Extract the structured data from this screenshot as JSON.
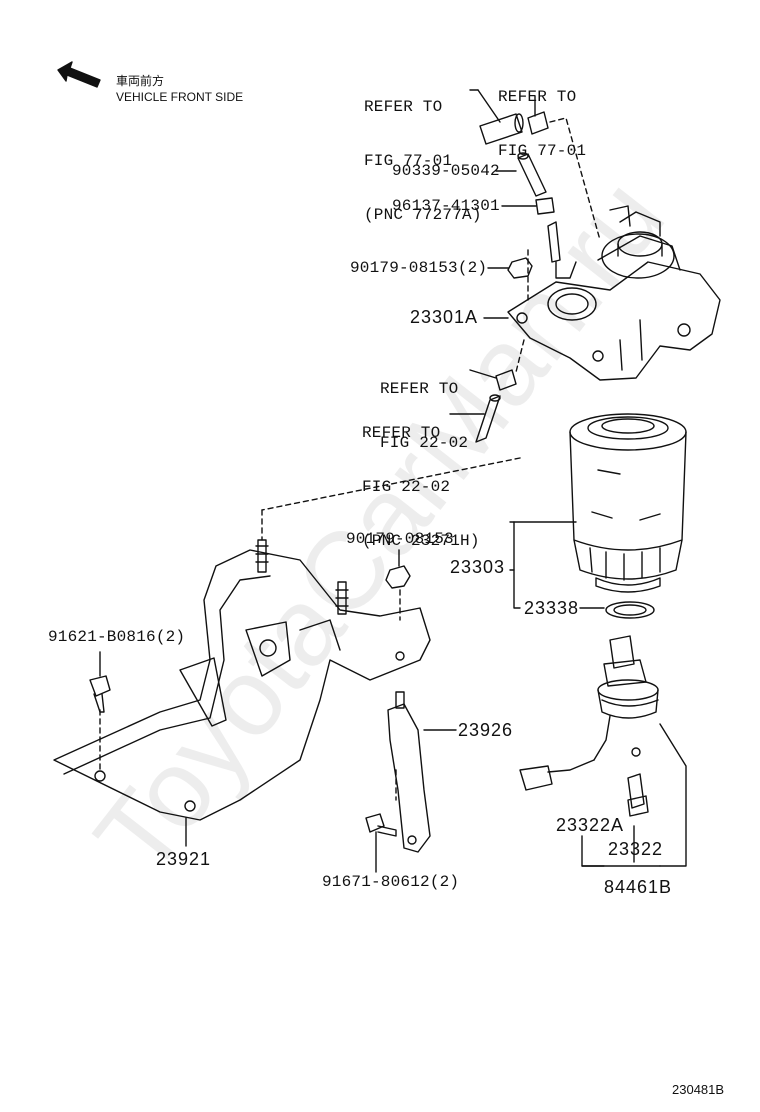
{
  "orientation": {
    "jp_label": "車両前方",
    "en_label": "VEHICLE FRONT SIDE",
    "icon": "arrow-left-icon"
  },
  "parts": {
    "ref_77_pnc": {
      "line1": "REFER TO",
      "line2": "FIG 77-01",
      "line3": "(PNC 77277A)"
    },
    "ref_77": {
      "line1": "REFER TO",
      "line2": "FIG 77-01"
    },
    "p90339": "90339-05042",
    "p96137": "96137-41301",
    "p90179_2": "90179-08153(2)",
    "p23301A": "23301A",
    "ref_22": {
      "line1": "REFER TO",
      "line2": "FIG 22-02"
    },
    "ref_22_pnc": {
      "line1": "REFER TO",
      "line2": "FIG 22-02",
      "line3": "(PNC 23271H)"
    },
    "p23303": "23303",
    "p23338": "23338",
    "p90179": "90179-08153",
    "p91621": "91621-B0816(2)",
    "p23926": "23926",
    "p23921": "23921",
    "p91671": "91671-80612(2)",
    "p23322A": "23322A",
    "p23322": "23322",
    "p84461B": "84461B"
  },
  "figure_number": "230481B",
  "watermark": "ToyotaCarMan.ru"
}
